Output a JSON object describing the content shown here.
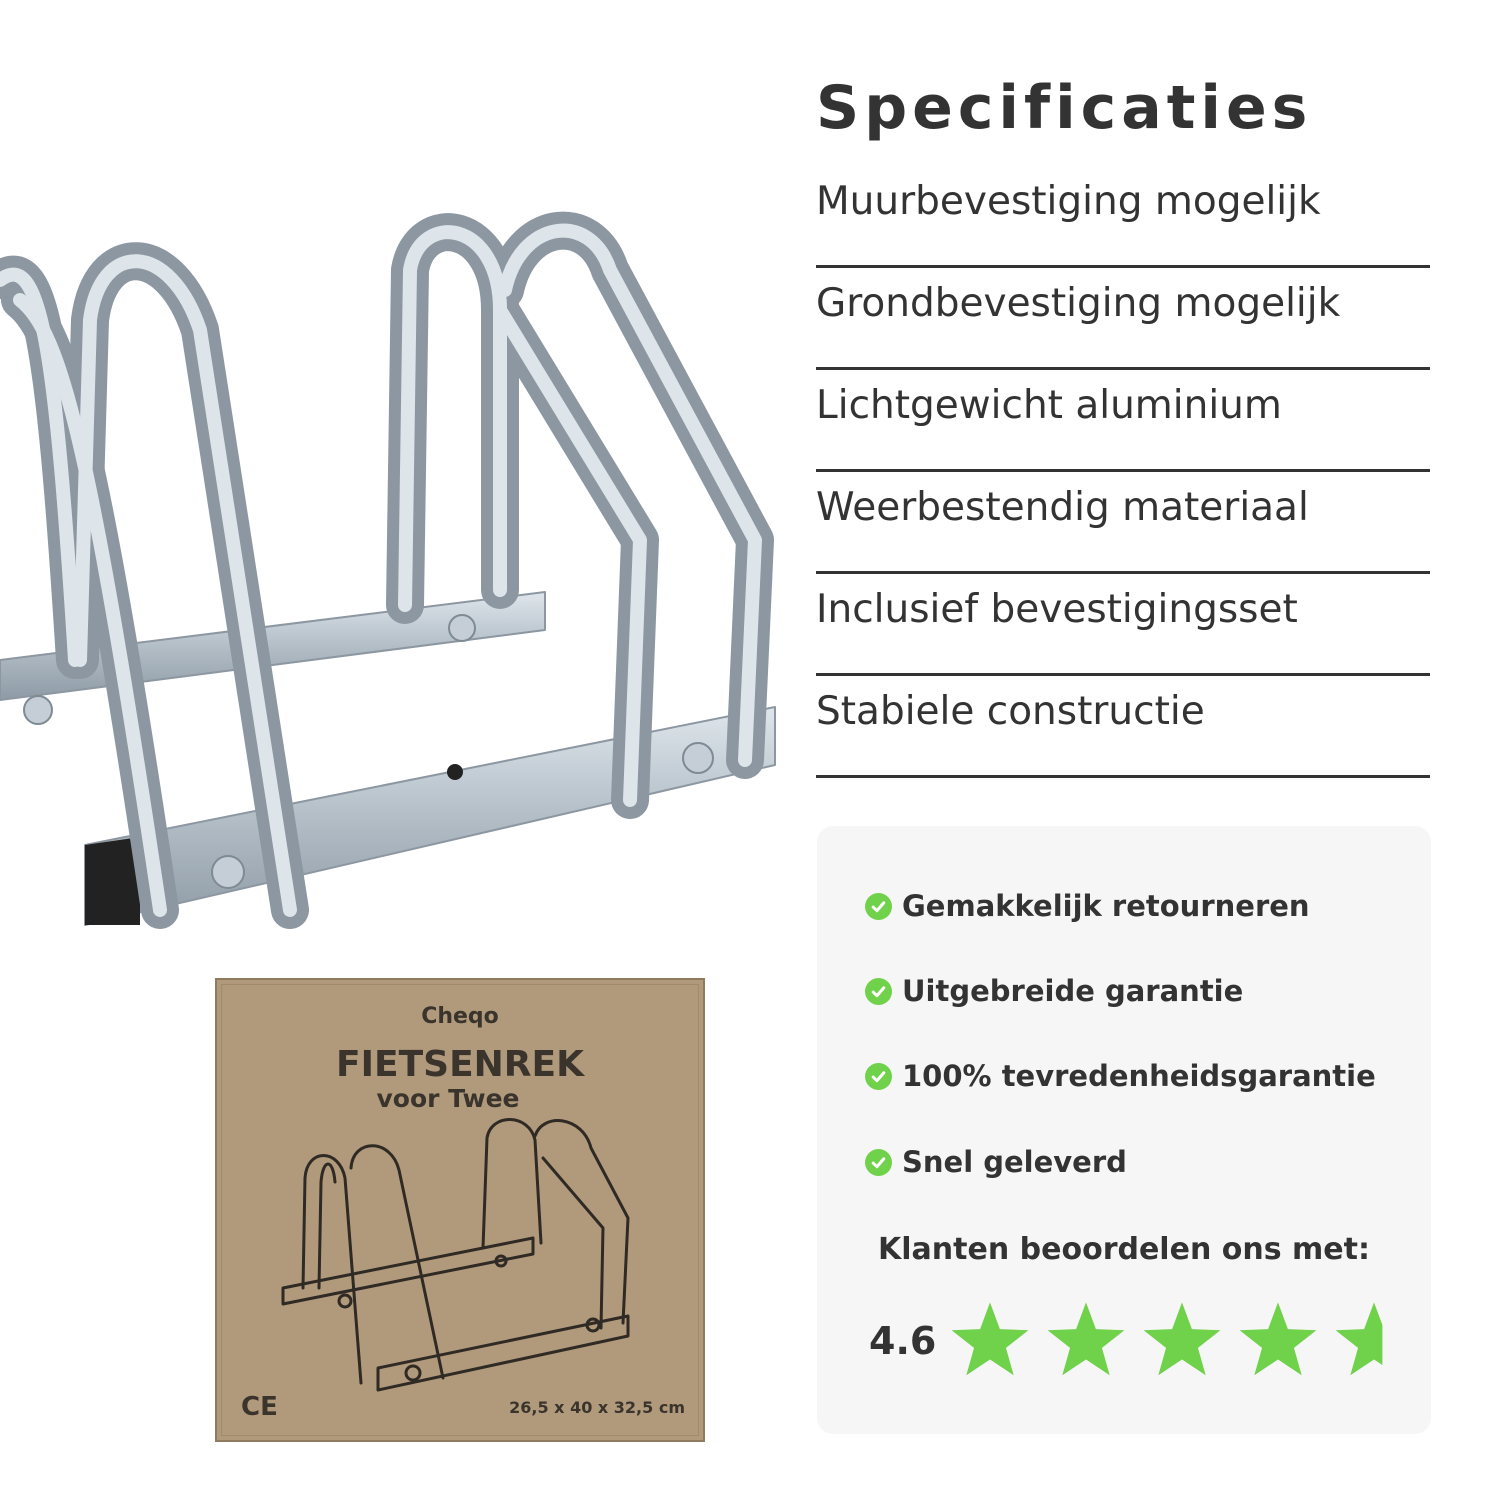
{
  "specs": {
    "title": "Specificaties",
    "items": [
      "Muurbevestiging mogelijk",
      "Grondbevestiging mogelijk",
      "Lichtgewicht aluminium",
      "Weerbestendig materiaal",
      "Inclusief bevestigingsset",
      "Stabiele constructie"
    ]
  },
  "benefits": {
    "items": [
      "Gemakkelijk retourneren",
      "Uitgebreide garantie",
      "100% tevredenheidsgarantie",
      "Snel geleverd"
    ],
    "rating_label": "Klanten beoordelen ons met:",
    "rating_value": "4.6",
    "rating_max": 5,
    "star_color": "#6fd24a",
    "check_icon": "check-circle-icon"
  },
  "box": {
    "brand": "Cheqo",
    "title": "FIETSENREK",
    "subtitle": "voor Twee",
    "ce_mark": "CE",
    "dimensions": "26,5 x 40 x 32,5 cm",
    "color": "#b19a7c"
  },
  "product_photo": "bike-rack-photo"
}
